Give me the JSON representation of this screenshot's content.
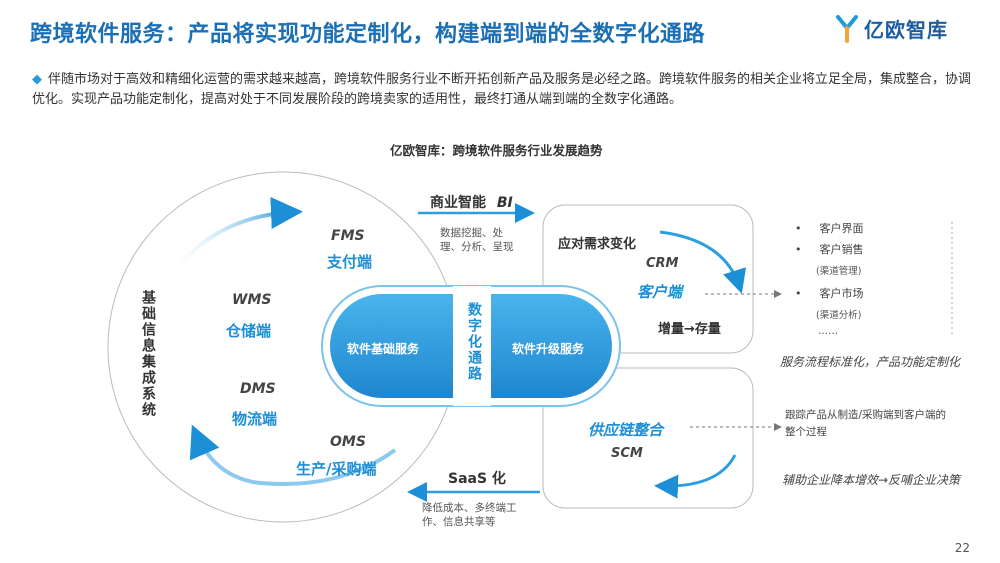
{
  "header": {
    "title": "跨境软件服务：产品将实现功能定制化，构建端到端的全数字化通路",
    "logo_text": "亿欧智库"
  },
  "intro": {
    "text": "伴随市场对于高效和精细化运营的需求越来越高，跨境软件服务行业不断开拓创新产品及服务是必经之路。跨境软件服务的相关企业将立足全局，集成整合，协调优化。实现产品功能定制化，提高对处于不同发展阶段的跨境卖家的适用性，最终打通从端到端的全数字化通路。"
  },
  "diagram": {
    "title": "亿欧智库：跨境软件服务行业发展趋势",
    "left_vertical": "基础信息集成系统",
    "systems": [
      {
        "code": "FMS",
        "name": "支付端"
      },
      {
        "code": "WMS",
        "name": "仓储端"
      },
      {
        "code": "DMS",
        "name": "物流端"
      },
      {
        "code": "OMS",
        "name": "生产/采购端"
      }
    ],
    "pill_left": "软件基础服务",
    "pill_center": "数字化通路",
    "pill_right": "软件升级服务",
    "bi": {
      "label": "商业智能",
      "code": "BI",
      "desc": "数据挖掘、处理、分析、呈现"
    },
    "saas": {
      "label": "SaaS 化",
      "desc": "降低成本、多终端工作、信息共享等"
    },
    "crm_box": {
      "heading": "应对需求变化",
      "code": "CRM",
      "name": "客户端",
      "foot": "增量→存量"
    },
    "scm_box": {
      "name": "供应链整合",
      "code": "SCM"
    },
    "crm_list": {
      "items": [
        "客户界面",
        "客户销售",
        "(渠道管理)",
        "客户市场",
        "(渠道分析)",
        "......"
      ]
    },
    "note1": "服务流程标准化，产品功能定制化",
    "scm_desc": "跟踪产品从制造/采购端到客户端的整个过程",
    "note2": "辅助企业降本增效→反哺企业决策"
  },
  "page_number": "22",
  "colors": {
    "accent": "#1d8fd6",
    "title": "#1b6fb5",
    "pill": "#2b9fe0"
  }
}
